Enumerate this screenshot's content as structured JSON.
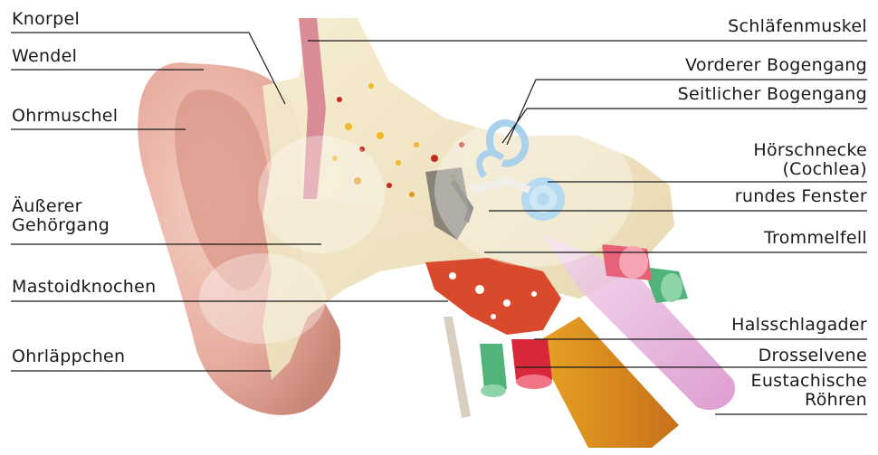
{
  "left_labels": {
    "knorpel": "Knorpel",
    "wendel": "Wendel",
    "ohrmuschel": "Ohrmuschel",
    "gehoergang": "Äußerer\nGehörgang",
    "mastoid": "Mastoidknochen",
    "ohrlaeppchen": "Ohrläppchen"
  },
  "right_labels": {
    "schlaefenmuskel": "Schläfenmuskel",
    "vorderer": "Vorderer Bogengang",
    "seitlicher": "Seitlicher Bogengang",
    "hoerschnecke": "Hörschnecke\n(Cochlea)",
    "fenster": "rundes Fenster",
    "trommelfell": "Trommelfell",
    "halsschlagader": "Halsschlagader",
    "drosselvene": "Drosselvene",
    "eustachische": "Eustachische\nRöhren"
  }
}
